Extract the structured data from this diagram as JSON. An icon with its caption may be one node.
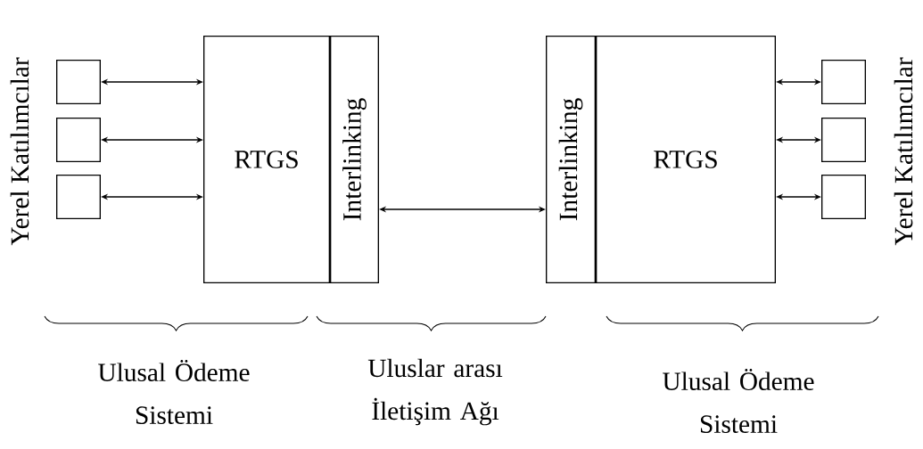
{
  "diagram": {
    "nodes": [
      {
        "text": [],
        "shape": "box"
      },
      {
        "text": [],
        "shape": "box"
      },
      {
        "text": [],
        "shape": "box"
      },
      {
        "text": [
          "RTGS"
        ]
      },
      {
        "text": [
          "Interlinking"
        ]
      },
      {
        "text": [
          "Interlinking"
        ]
      },
      {
        "text": [
          "RTGS"
        ]
      },
      {
        "text": [],
        "shape": "box"
      },
      {
        "text": [],
        "shape": "box"
      },
      {
        "text": [],
        "shape": "box"
      }
    ],
    "edges": [
      {
        "from": 0,
        "to": 3,
        "arrow": "both"
      },
      {
        "from": 1,
        "to": 3,
        "arrow": "both"
      },
      {
        "from": 2,
        "to": 3,
        "arrow": "both"
      },
      {
        "from": 4,
        "to": 5,
        "arrow": "both"
      },
      {
        "from": 6,
        "to": 7,
        "arrow": "both"
      },
      {
        "from": 6,
        "to": 8,
        "arrow": "both"
      },
      {
        "from": 6,
        "to": 9,
        "arrow": "both"
      }
    ],
    "labels": [
      "Yerel Katılımcılar",
      "Yerel Katılımcılar",
      "Ulusal Ödeme Sistemi",
      "Uluslar arası İletişim Ağı",
      "Ulusal Ödeme Sistemi"
    ]
  }
}
